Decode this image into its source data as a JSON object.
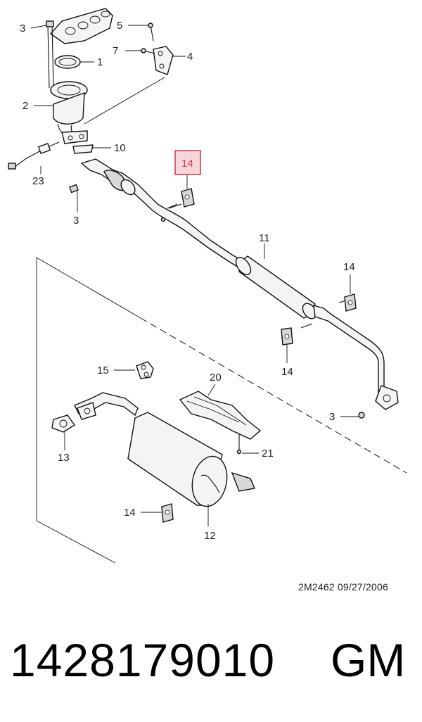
{
  "callouts": {
    "c1": "1",
    "c2": "2",
    "c3a": "3",
    "c3b": "3",
    "c3c": "3",
    "c4": "4",
    "c5": "5",
    "c7": "7",
    "c10": "10",
    "c11": "11",
    "c12": "12",
    "c13": "13",
    "c14_highlight": "14",
    "c14a": "14",
    "c14b": "14",
    "c14c": "14",
    "c15": "15",
    "c20": "20",
    "c21": "21",
    "c23": "23"
  },
  "footer": {
    "drawing_code": "2M2462  09/27/2006",
    "part_number": "1428179010",
    "brand": "GM"
  },
  "colors": {
    "highlight_border": "#d04050",
    "highlight_fill": "#f6d6da"
  }
}
